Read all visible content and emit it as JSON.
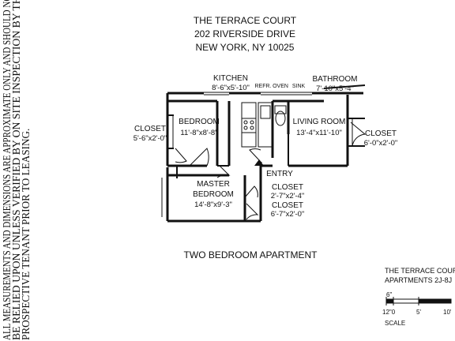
{
  "header": {
    "line1": "THE TERRACE COURT",
    "line2": "202 RIVERSIDE DRIVE",
    "line3": "NEW YORK, NY  10025"
  },
  "disclaimer": {
    "line1": "ALL MEASUREMENTS AND DIMENSIONS ARE APPROXIMATE ONLY AND SHOULD NOT",
    "line2": "BE RELIED UPON UNLESS VERIFIED BY ON SITE INSPECTION BY THE",
    "line3": "PROSPECTIVE TENANT PRIOR TO LEASING."
  },
  "rooms": {
    "kitchen": {
      "name": "KITCHEN",
      "dims": "8'-6\"x5'-10\""
    },
    "bathroom": {
      "name": "BATHROOM",
      "dims": "7'-10\"x5'-4\""
    },
    "bedroom": {
      "name": "BEDROOM",
      "dims": "11'-8\"x8'-8\""
    },
    "living_room": {
      "name": "LIVING ROOM",
      "dims": "13'-4\"x11'-10\""
    },
    "closet_left": {
      "name": "CLOSET",
      "dims": "5'-6\"x2'-0\""
    },
    "closet_right": {
      "name": "CLOSET",
      "dims": "6'-0\"x2'-0\""
    },
    "master_bedroom": {
      "name1": "MASTER",
      "name2": "BEDROOM",
      "dims": "14'-8\"x9'-3\""
    },
    "closet_entry_1": {
      "name": "CLOSET",
      "dims": "2'-7\"x2'-4\""
    },
    "closet_entry_2": {
      "name": "CLOSET",
      "dims": "6'-7\"x2'-0\""
    }
  },
  "fixtures": {
    "refr": "REFR.",
    "oven": "OVEN",
    "sink": "SINK"
  },
  "entry_label": "ENTRY",
  "plan_title": "TWO BEDROOM APARTMENT",
  "legend": {
    "line1": "THE TERRACE COURT",
    "line2": "APARTMENTS 2J-8J",
    "scale_small": "6\"",
    "tick_start": "12\"0",
    "tick_mid": "5'",
    "tick_end": "10'",
    "scale_label": "SCALE"
  }
}
